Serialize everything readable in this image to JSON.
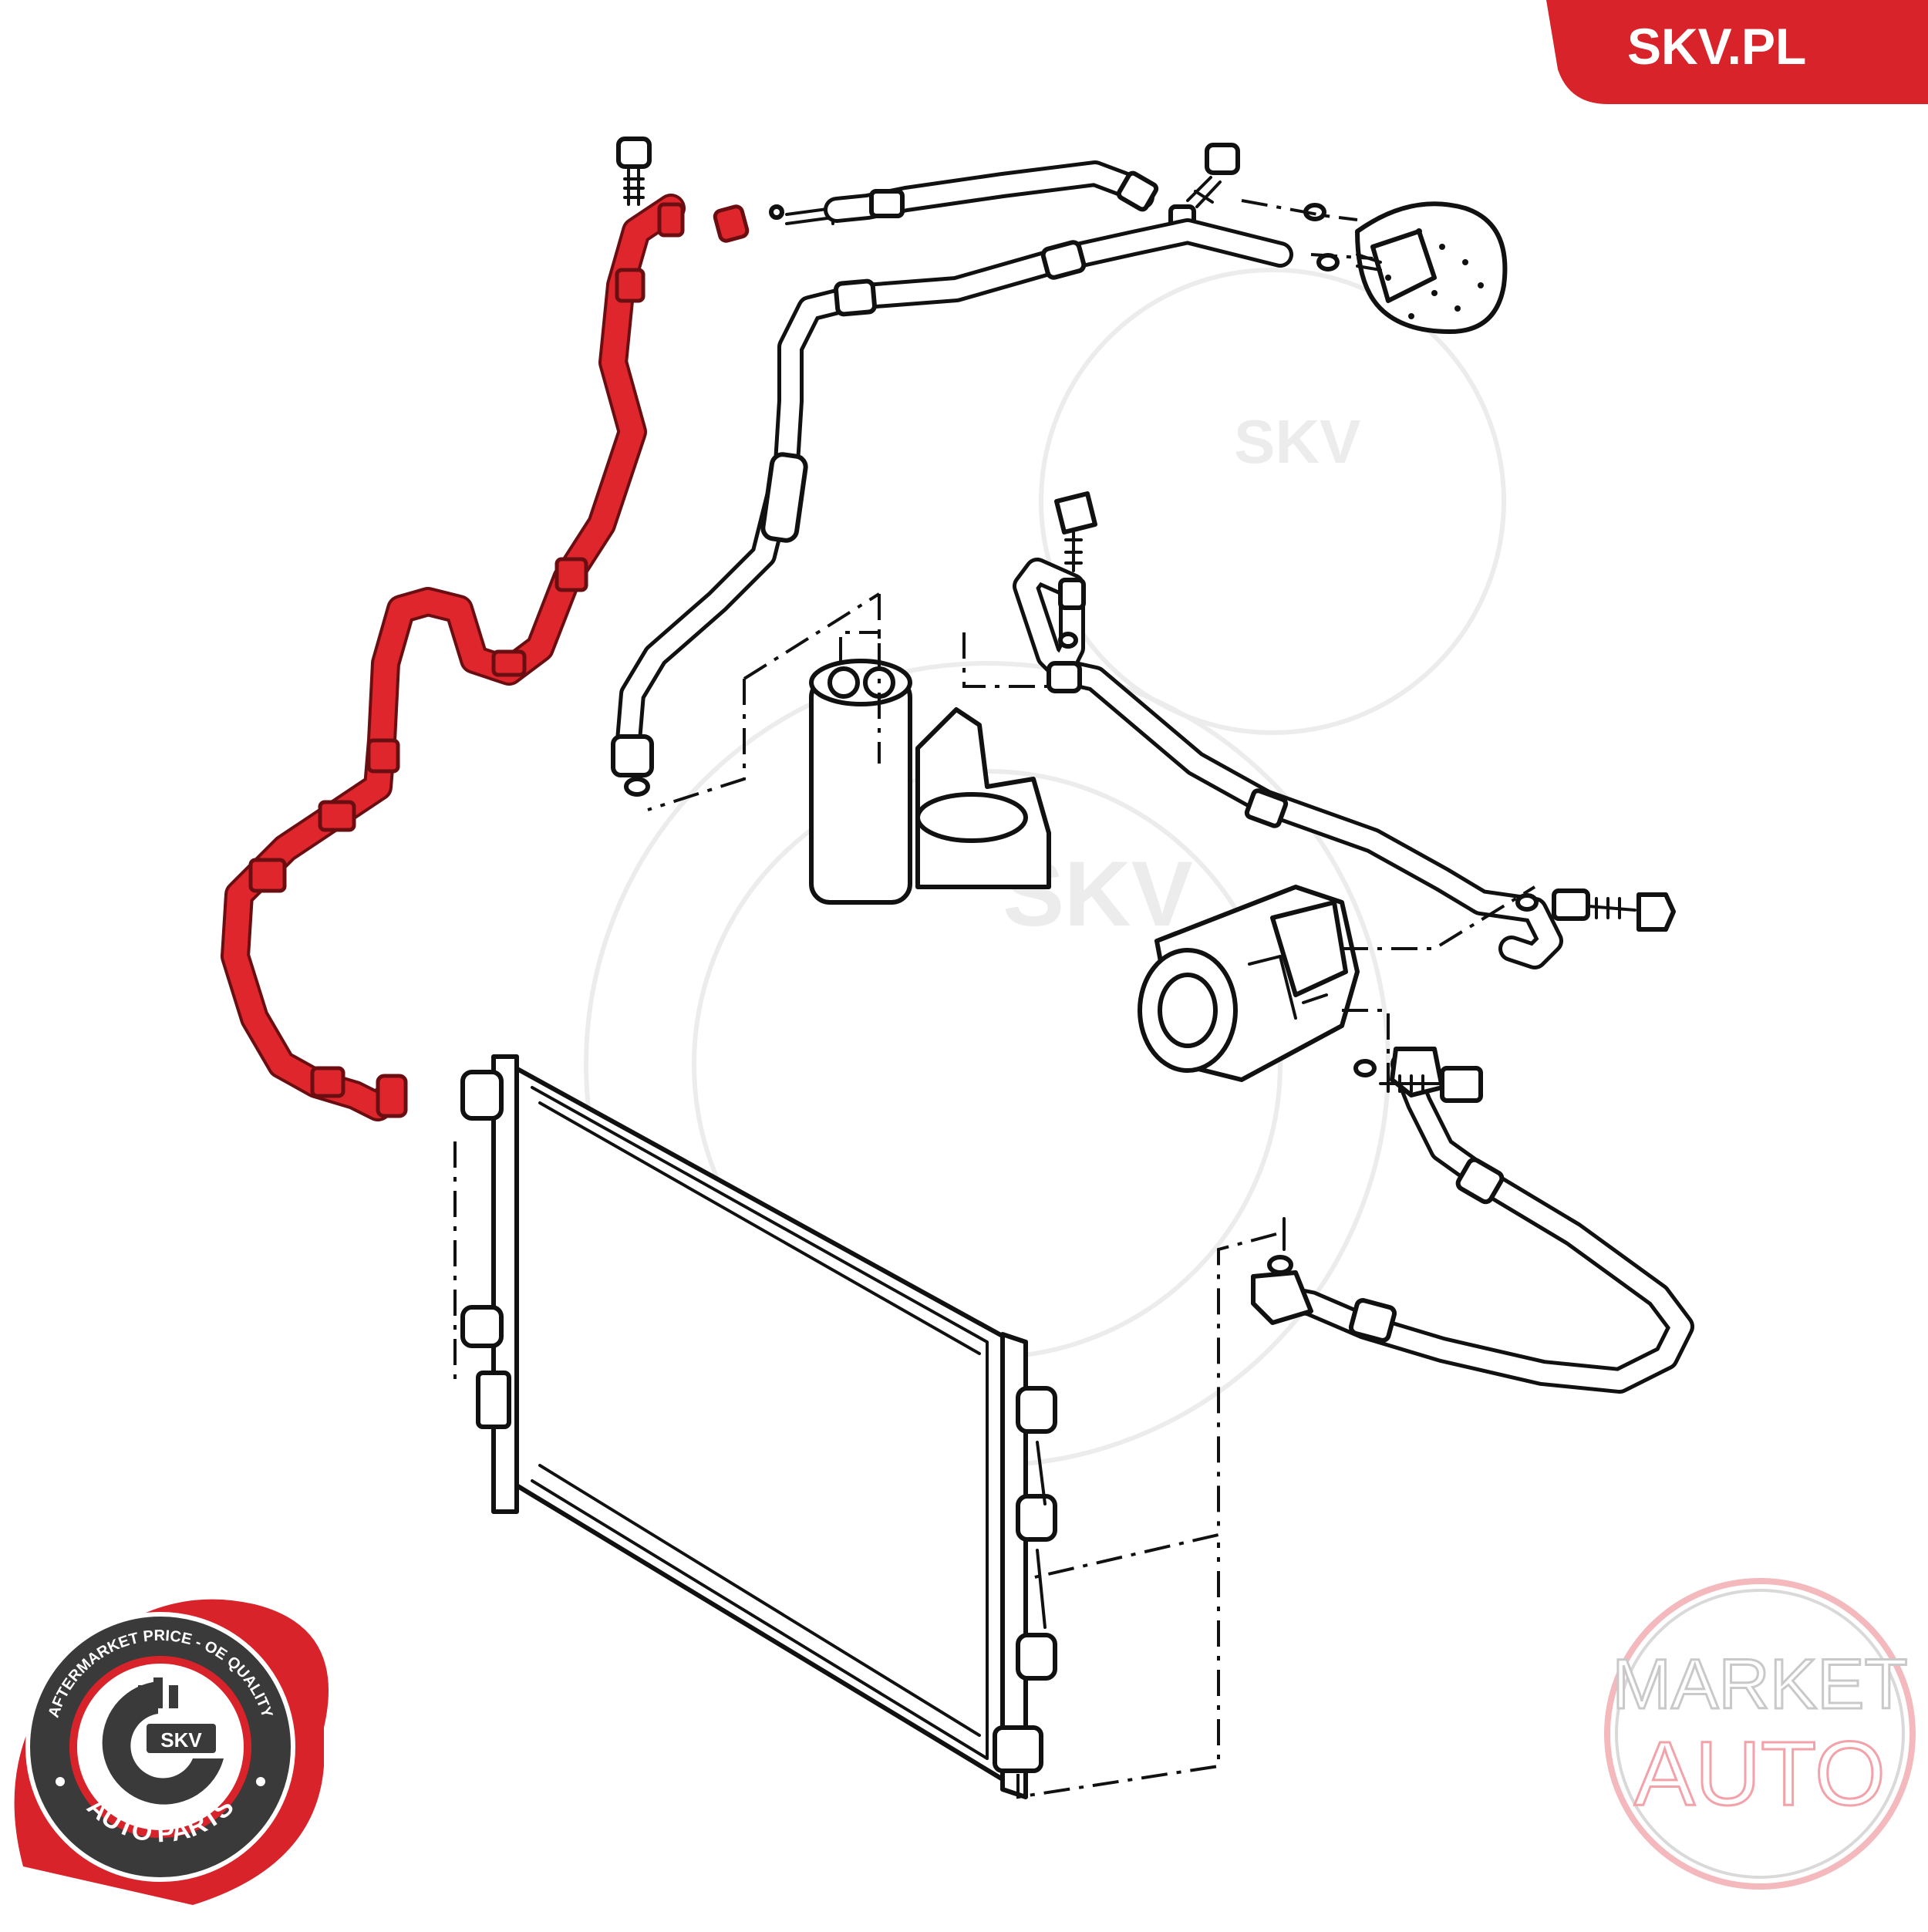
{
  "brand": {
    "site_label": "SKV.PL",
    "accent_color": "#d8232a"
  },
  "badge": {
    "top_arc_text": "AFTERMARKET PRICE - OE QUALITY",
    "bottom_arc_text": "AUTO PARTS",
    "center_text": "SKV"
  },
  "watermark": {
    "text": "SKV"
  },
  "market_logo": {
    "line1": "MARKET",
    "line2": "AUTO"
  },
  "highlight": {
    "part": "high-pressure-hose",
    "color": "#e0262d"
  }
}
